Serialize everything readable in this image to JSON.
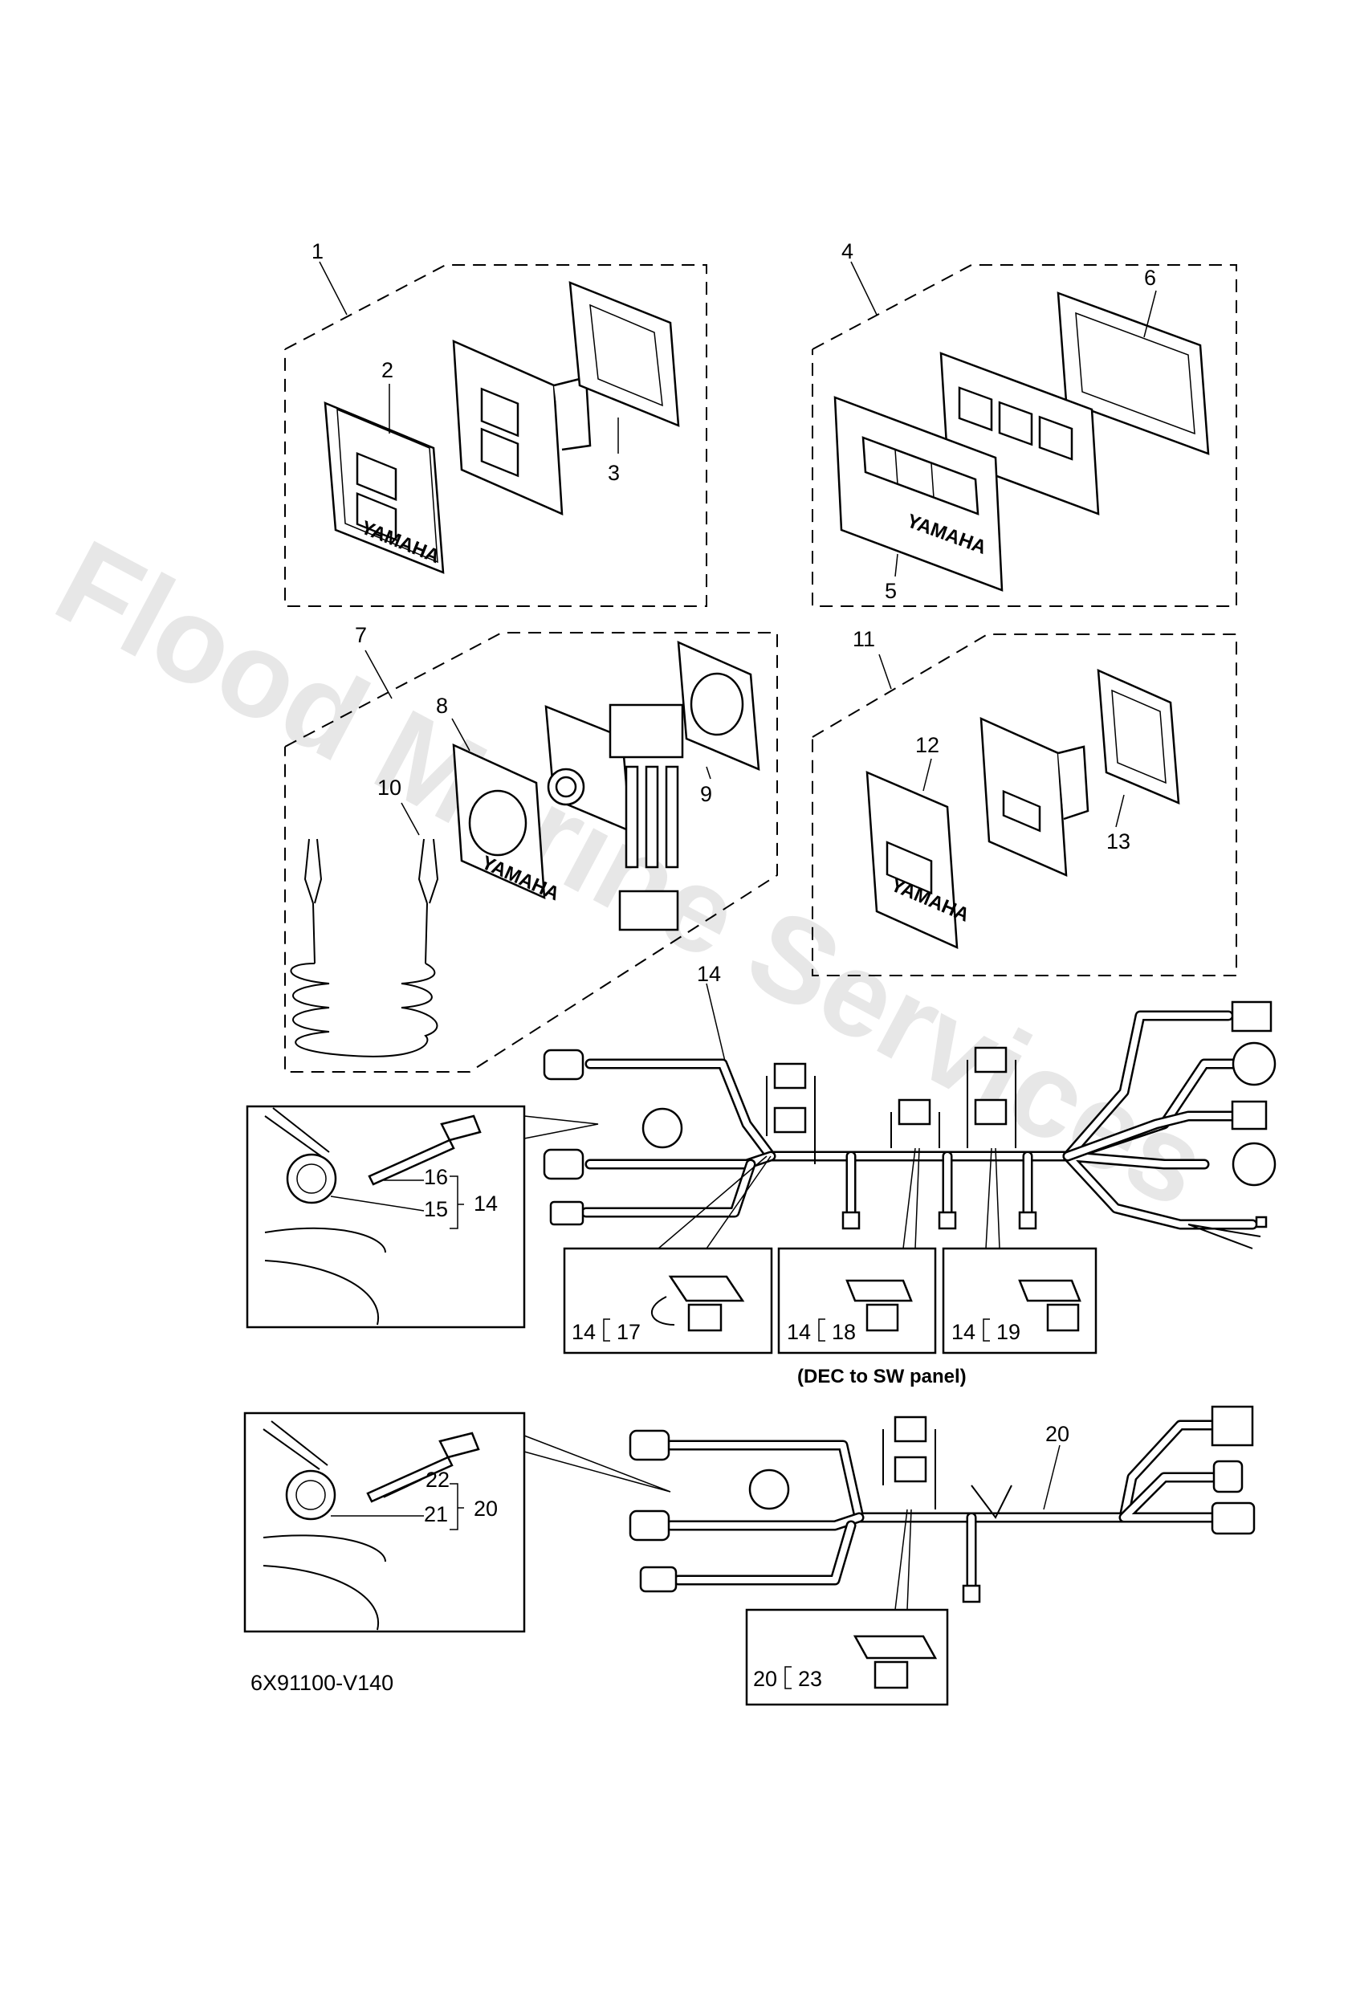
{
  "watermark": "Flood Marine Services",
  "diagram_code": "6X91100-V140",
  "caption_dec_to_sw": "(DEC to SW panel)",
  "brand_mark": "YAMAHA",
  "part_numbers": {
    "p1": "1",
    "p2": "2",
    "p3": "3",
    "p4": "4",
    "p5": "5",
    "p6": "6",
    "p7": "7",
    "p8": "8",
    "p9": "9",
    "p10": "10",
    "p11": "11",
    "p12": "12",
    "p13": "13",
    "p14": "14",
    "p15": "15",
    "p16": "16",
    "p20": "20",
    "p21": "21",
    "p22": "22"
  },
  "sub_assemblies": [
    {
      "parent": "14",
      "child": "17"
    },
    {
      "parent": "14",
      "child": "18"
    },
    {
      "parent": "14",
      "child": "19"
    },
    {
      "parent": "20",
      "child": "23"
    }
  ],
  "detail_refs": [
    {
      "parent": "14",
      "a": "15",
      "b": "16"
    },
    {
      "parent": "20",
      "a": "21",
      "b": "22"
    }
  ]
}
